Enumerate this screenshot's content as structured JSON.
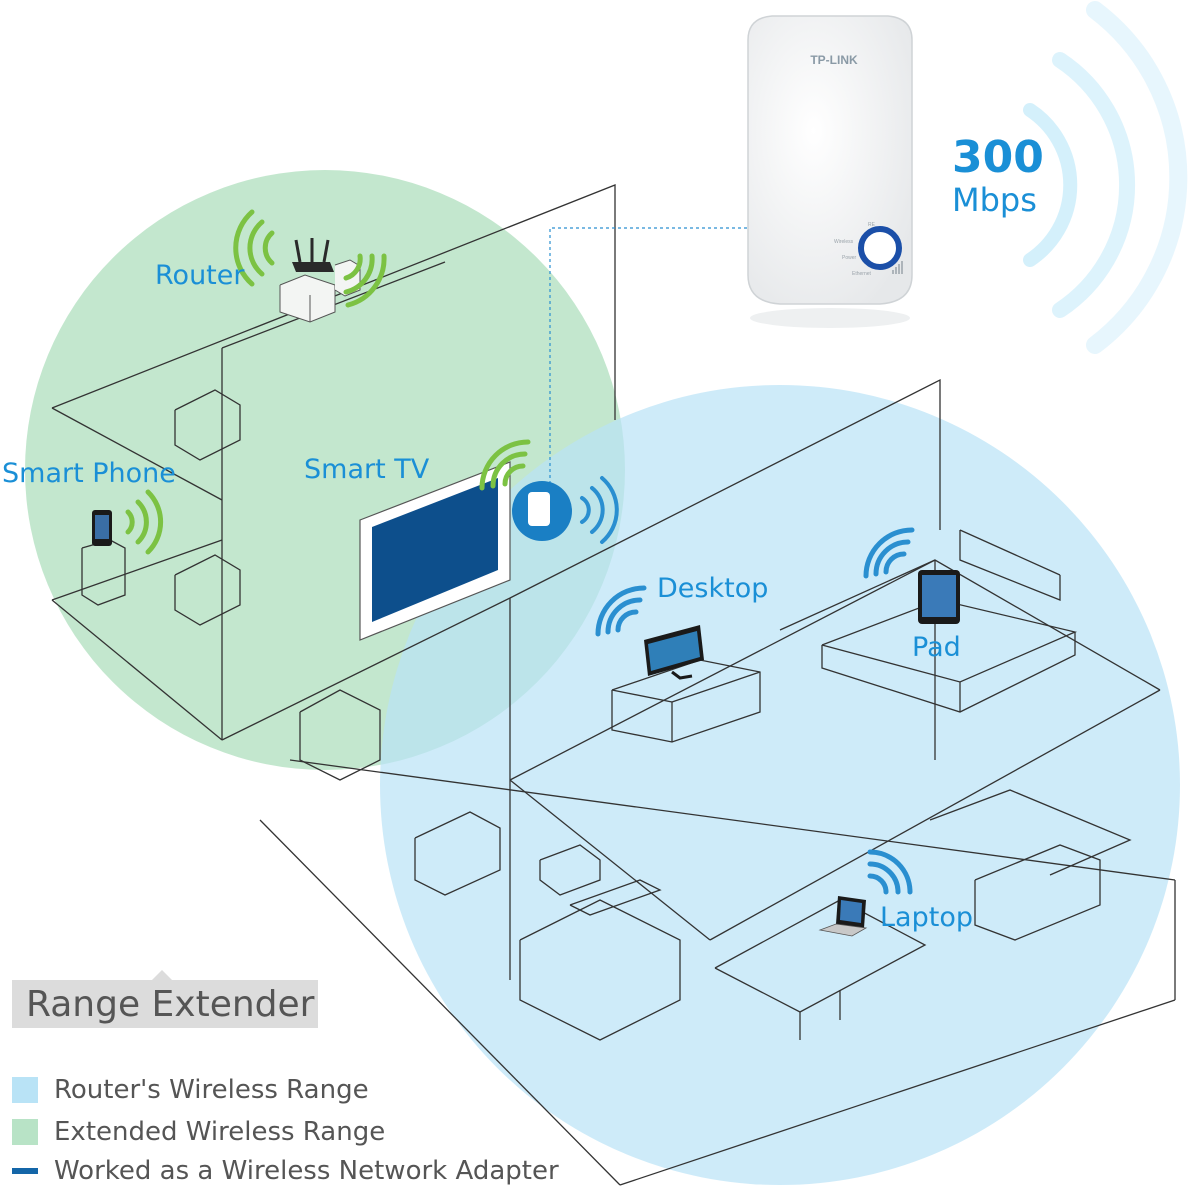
{
  "device": {
    "brand": "TP-LINK",
    "speed_value": "300",
    "speed_unit": "Mbps",
    "panel_labels": [
      "RE",
      "Wireless",
      "Power",
      "Ethernet"
    ]
  },
  "labels": {
    "router": "Router",
    "smart_phone": "Smart Phone",
    "smart_tv": "Smart TV",
    "desktop": "Desktop",
    "pad": "Pad",
    "laptop": "Laptop"
  },
  "title": "Range Extender",
  "legend": [
    {
      "text": "Router's Wireless Range",
      "color": "#b9e3f6",
      "shape": "square"
    },
    {
      "text": "Extended Wireless Range",
      "color": "#b8e3c6",
      "shape": "square"
    },
    {
      "text": "Worked as a Wireless Network Adapter",
      "color": "#1466a8",
      "shape": "bar"
    }
  ],
  "colors": {
    "router_range": "#b9e3f6",
    "extended_range": "#b8e3c6",
    "accent_blue": "#1a8fd6",
    "signal_green": "#7cc243",
    "tv_screen": "#0d4f8c"
  }
}
